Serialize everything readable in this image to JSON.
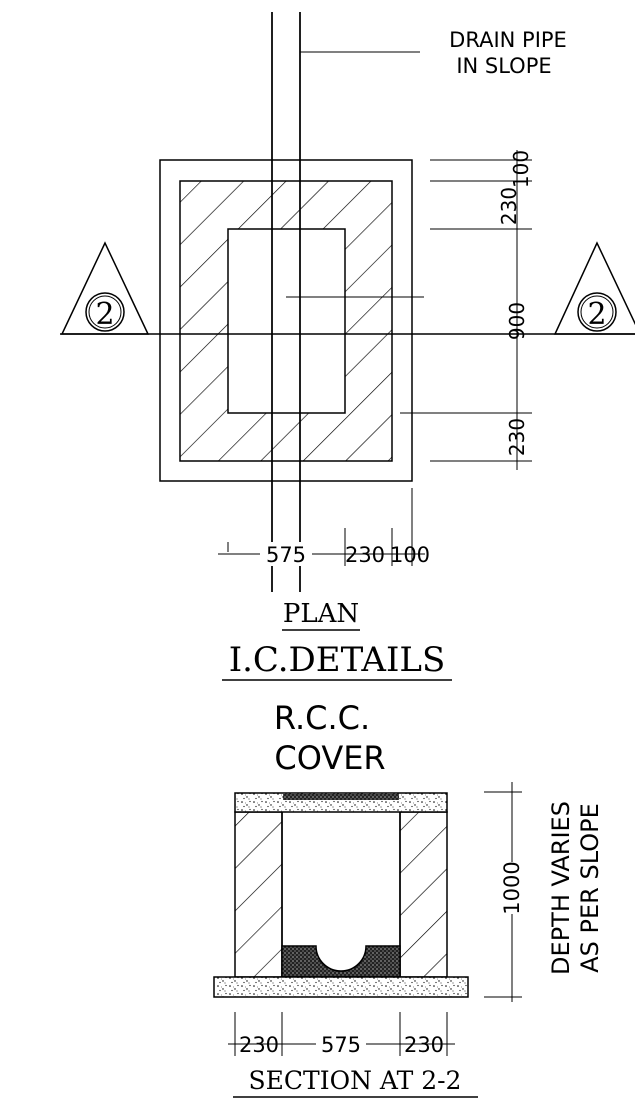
{
  "plan": {
    "note_line1": "DRAIN PIPE",
    "note_line2": "IN SLOPE",
    "section_marker": "2",
    "dim_vertical": [
      "100",
      "230",
      "900",
      "230"
    ],
    "dim_horizontal": [
      "575",
      "230",
      "100"
    ],
    "title": "PLAN"
  },
  "drawing_title": "I.C.DETAILS",
  "section": {
    "cover_line1": "R.C.C.",
    "cover_line2": "COVER",
    "depth_dim": "1000",
    "depth_note_line1": "DEPTH VARIES",
    "depth_note_line2": "AS PER SLOPE",
    "dim_horizontal": [
      "230",
      "575",
      "230"
    ],
    "title": "SECTION AT 2-2"
  }
}
